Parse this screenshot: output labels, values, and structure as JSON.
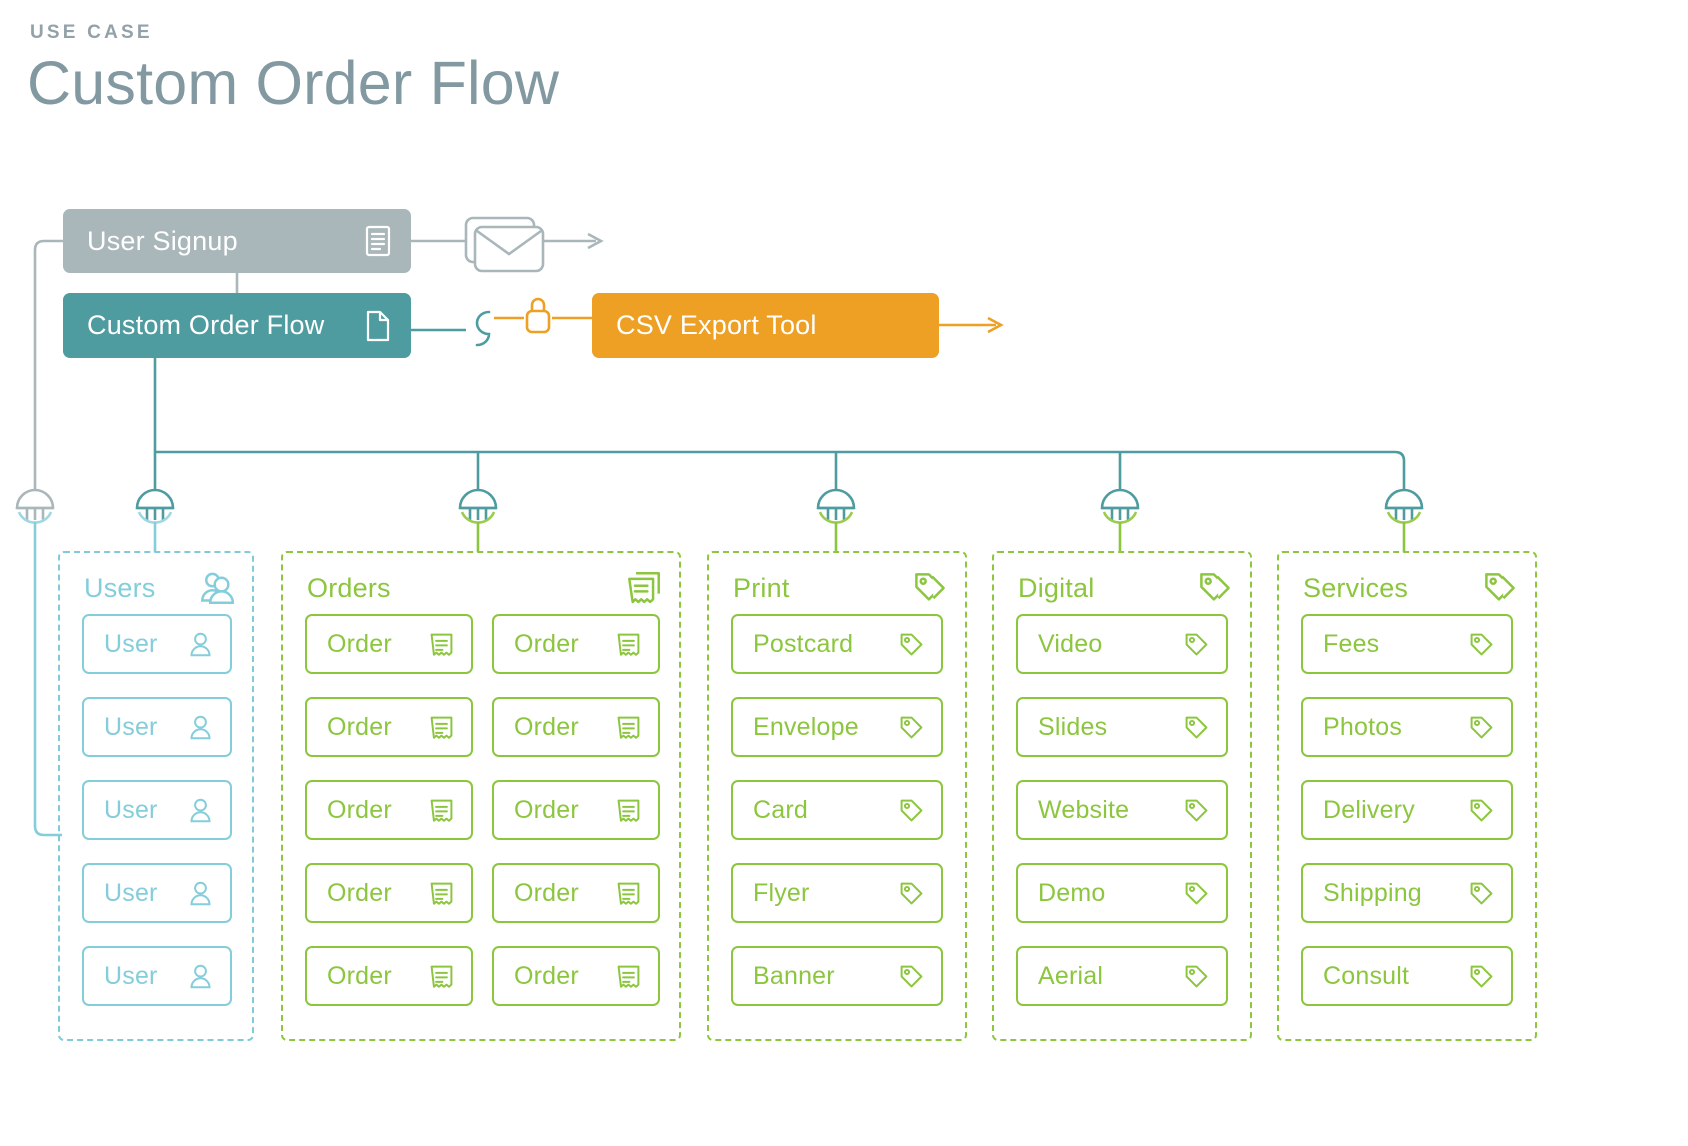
{
  "header": {
    "eyebrow": "USE CASE",
    "title": "Custom Order Flow"
  },
  "colors": {
    "grey_node": "#a9b6ba",
    "teal_node": "#4f9ca0",
    "orange_node": "#eda024",
    "green": "#8cc63e",
    "light_blue": "#84cddb",
    "title_grey": "#8399a2"
  },
  "flow": {
    "nodes": [
      {
        "id": "signup",
        "label": "User Signup",
        "icon": "document-lines-icon",
        "color": "#a9b6ba"
      },
      {
        "id": "order-flow",
        "label": "Custom Order Flow",
        "icon": "document-icon",
        "color": "#4f9ca0"
      },
      {
        "id": "csv",
        "label": "CSV Export Tool",
        "icon": "",
        "color": "#eda024"
      }
    ],
    "inline_icons": [
      {
        "id": "mail",
        "name": "envelope-stack-icon",
        "color": "#a9b6ba"
      },
      {
        "id": "hook",
        "name": "webhook-icon",
        "color": "#4f9ca0"
      },
      {
        "id": "lock",
        "name": "lock-icon",
        "color": "#eda024"
      }
    ],
    "connectors": [
      {
        "id": "plug-users-left",
        "name": "plug-icon",
        "top_color": "#a9b6ba",
        "bottom_color": "#84cddb"
      },
      {
        "id": "plug-users",
        "name": "plug-icon",
        "top_color": "#4f9ca0",
        "bottom_color": "#84cddb"
      },
      {
        "id": "plug-orders",
        "name": "plug-icon",
        "top_color": "#4f9ca0",
        "bottom_color": "#8cc63e"
      },
      {
        "id": "plug-print",
        "name": "plug-icon",
        "top_color": "#4f9ca0",
        "bottom_color": "#8cc63e"
      },
      {
        "id": "plug-digital",
        "name": "plug-icon",
        "top_color": "#4f9ca0",
        "bottom_color": "#8cc63e"
      },
      {
        "id": "plug-services",
        "name": "plug-icon",
        "top_color": "#4f9ca0",
        "bottom_color": "#8cc63e"
      }
    ]
  },
  "groups": [
    {
      "id": "users",
      "title": "Users",
      "icon": "users-icon",
      "accent": "#84cddb",
      "columns": 1,
      "items": [
        {
          "label": "User",
          "icon": "person-icon"
        },
        {
          "label": "User",
          "icon": "person-icon"
        },
        {
          "label": "User",
          "icon": "person-icon"
        },
        {
          "label": "User",
          "icon": "person-icon"
        },
        {
          "label": "User",
          "icon": "person-icon"
        }
      ]
    },
    {
      "id": "orders",
      "title": "Orders",
      "icon": "receipt-stack-icon",
      "accent": "#8cc63e",
      "columns": 2,
      "items": [
        {
          "label": "Order",
          "icon": "receipt-icon"
        },
        {
          "label": "Order",
          "icon": "receipt-icon"
        },
        {
          "label": "Order",
          "icon": "receipt-icon"
        },
        {
          "label": "Order",
          "icon": "receipt-icon"
        },
        {
          "label": "Order",
          "icon": "receipt-icon"
        },
        {
          "label": "Order",
          "icon": "receipt-icon"
        },
        {
          "label": "Order",
          "icon": "receipt-icon"
        },
        {
          "label": "Order",
          "icon": "receipt-icon"
        },
        {
          "label": "Order",
          "icon": "receipt-icon"
        },
        {
          "label": "Order",
          "icon": "receipt-icon"
        }
      ]
    },
    {
      "id": "print",
      "title": "Print",
      "icon": "tags-icon",
      "accent": "#8cc63e",
      "columns": 1,
      "items": [
        {
          "label": "Postcard",
          "icon": "tag-icon"
        },
        {
          "label": "Envelope",
          "icon": "tag-icon"
        },
        {
          "label": "Card",
          "icon": "tag-icon"
        },
        {
          "label": "Flyer",
          "icon": "tag-icon"
        },
        {
          "label": "Banner",
          "icon": "tag-icon"
        }
      ]
    },
    {
      "id": "digital",
      "title": "Digital",
      "icon": "tags-icon",
      "accent": "#8cc63e",
      "columns": 1,
      "items": [
        {
          "label": "Video",
          "icon": "tag-icon"
        },
        {
          "label": "Slides",
          "icon": "tag-icon"
        },
        {
          "label": "Website",
          "icon": "tag-icon"
        },
        {
          "label": "Demo",
          "icon": "tag-icon"
        },
        {
          "label": "Aerial",
          "icon": "tag-icon"
        }
      ]
    },
    {
      "id": "services",
      "title": "Services",
      "icon": "tags-icon",
      "accent": "#8cc63e",
      "columns": 1,
      "items": [
        {
          "label": "Fees",
          "icon": "tag-icon"
        },
        {
          "label": "Photos",
          "icon": "tag-icon"
        },
        {
          "label": "Delivery",
          "icon": "tag-icon"
        },
        {
          "label": "Shipping",
          "icon": "tag-icon"
        },
        {
          "label": "Consult",
          "icon": "tag-icon"
        }
      ]
    }
  ]
}
